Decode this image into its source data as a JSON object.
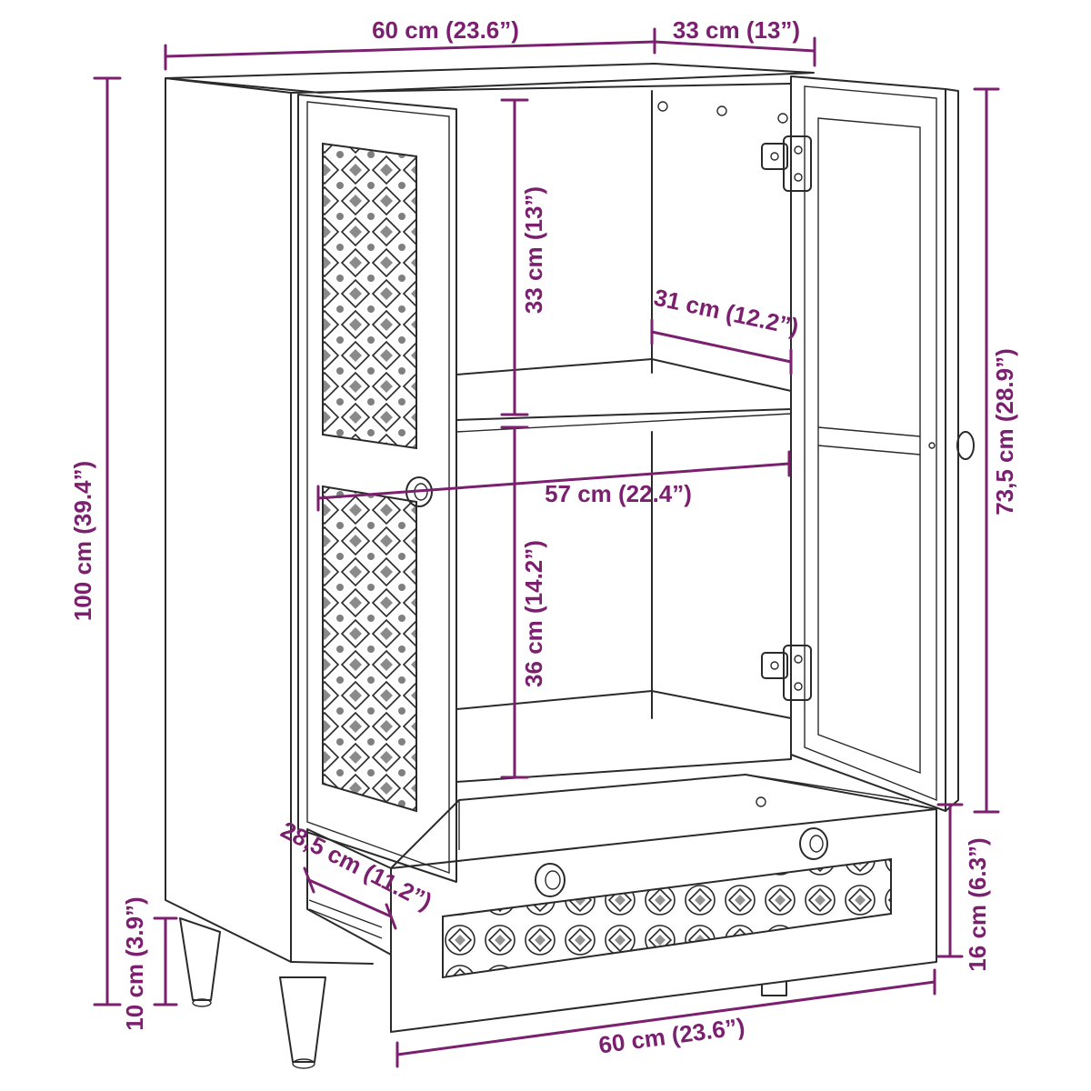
{
  "colors": {
    "dimension": "#7b1f6f",
    "outline": "#2a2a2a",
    "background": "#ffffff"
  },
  "dimensions": {
    "top_width": "60 cm (23.6”)",
    "top_depth": "33 cm (13”)",
    "total_height": "100 cm (39.4”)",
    "leg_height": "10 cm (3.9”)",
    "upper_shelf_height": "33 cm (13”)",
    "lower_shelf_height": "36 cm (14.2”)",
    "shelf_depth": "31 cm (12.2”)",
    "inner_width": "57 cm (22.4”)",
    "door_height": "73,5 cm (28.9”)",
    "drawer_height": "16 cm (6.3”)",
    "drawer_depth": "28,5 cm (11.2”)",
    "bottom_width": "60 cm (23.6”)"
  }
}
